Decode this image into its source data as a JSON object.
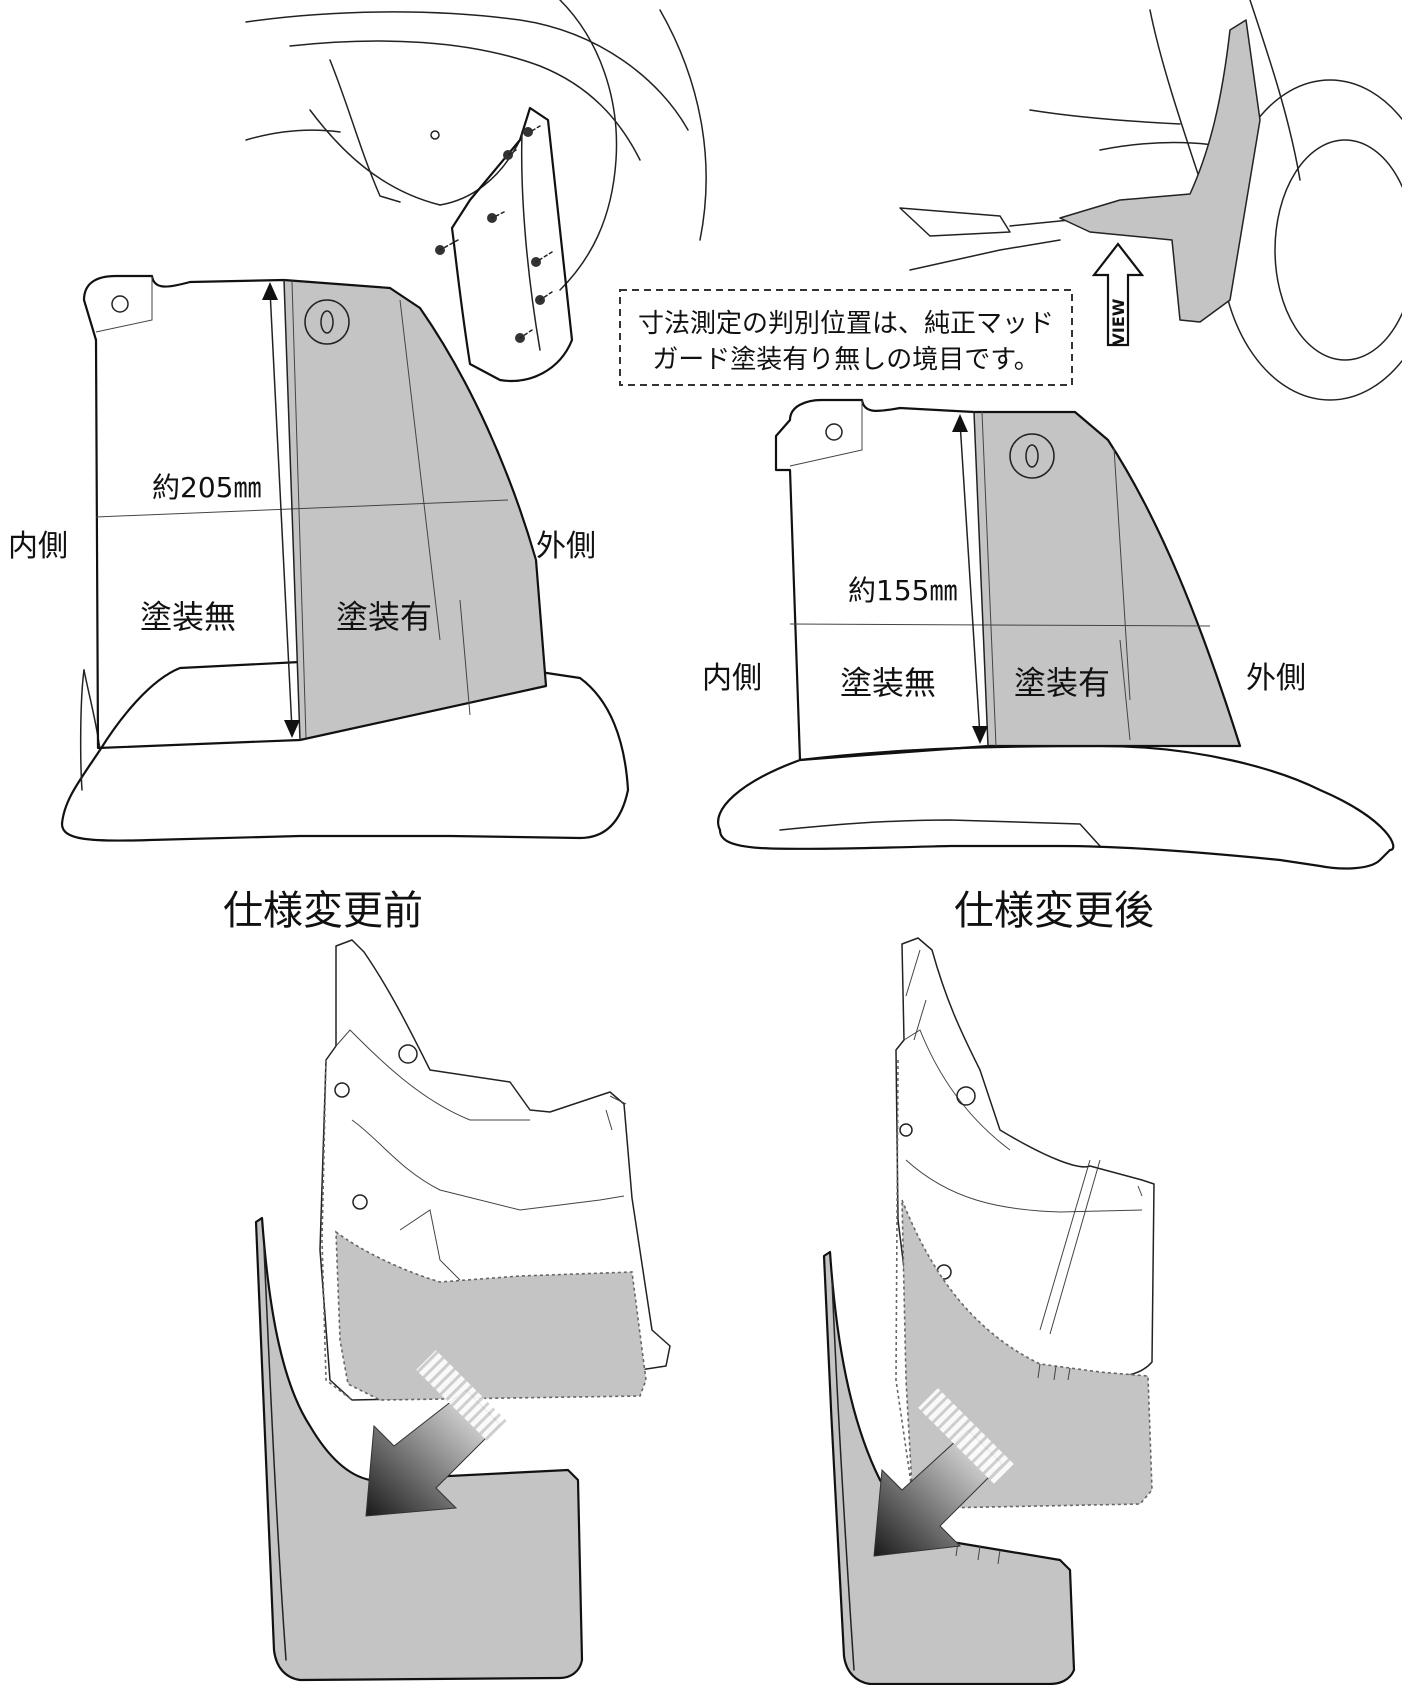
{
  "note": {
    "line1": "寸法測定の判別位置は、純正マッド",
    "line2": "ガード塗装有り無しの境目です。"
  },
  "view_label": "VIEW",
  "before": {
    "caption": "仕様変更前",
    "dimension": "約205㎜",
    "inner_side": "内側",
    "outer_side": "外側",
    "unpainted": "塗装無",
    "painted": "塗装有"
  },
  "after": {
    "caption": "仕様変更後",
    "dimension": "約155㎜",
    "inner_side": "内側",
    "outer_side": "外側",
    "unpainted": "塗装無",
    "painted": "塗装有"
  },
  "colors": {
    "painted_fill": "#c4c4c4",
    "line": "#222222",
    "background": "#ffffff"
  }
}
